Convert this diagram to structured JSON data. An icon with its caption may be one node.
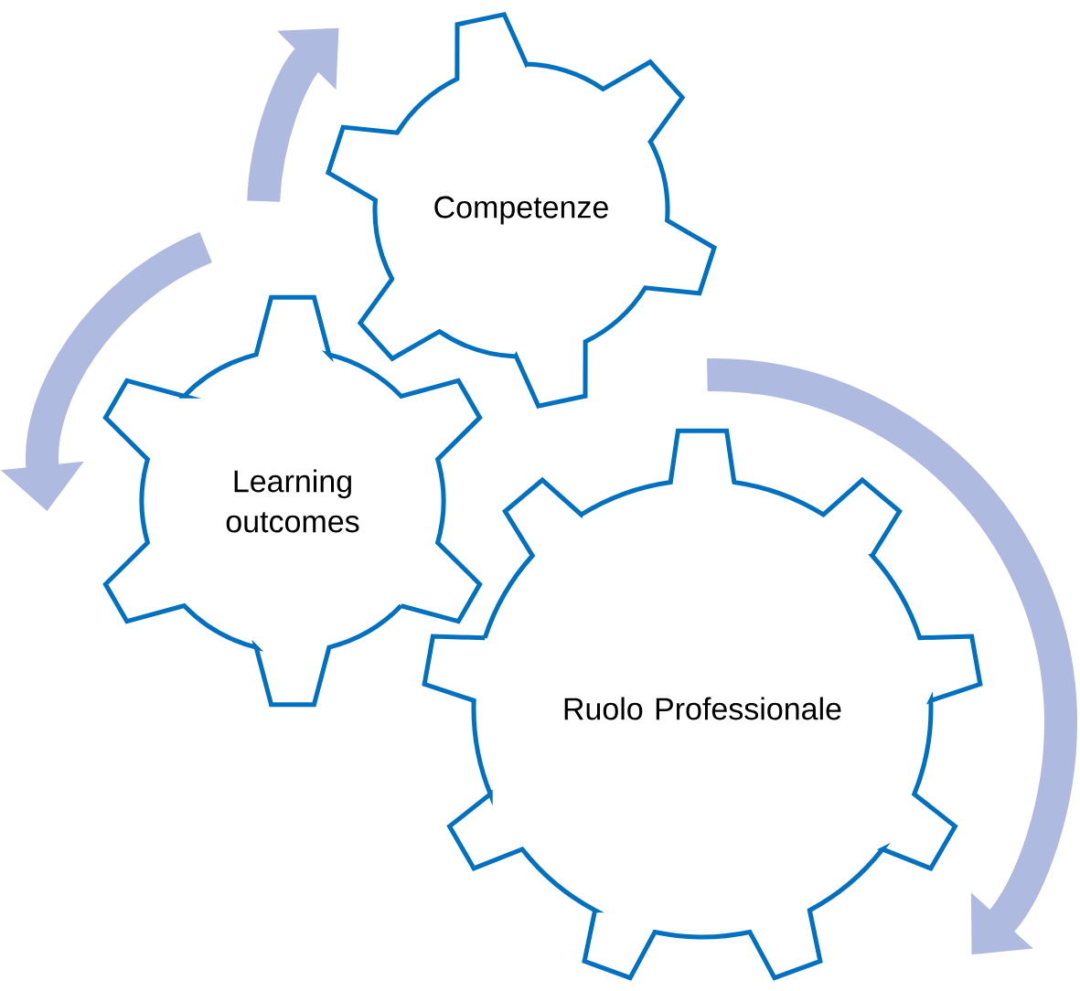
{
  "diagram": {
    "nodes": [
      {
        "text": [
          "Competenze"
        ]
      },
      {
        "text": [
          "Learning outcomes"
        ]
      },
      {
        "text": [
          "Ruolo Professionale"
        ]
      }
    ]
  }
}
